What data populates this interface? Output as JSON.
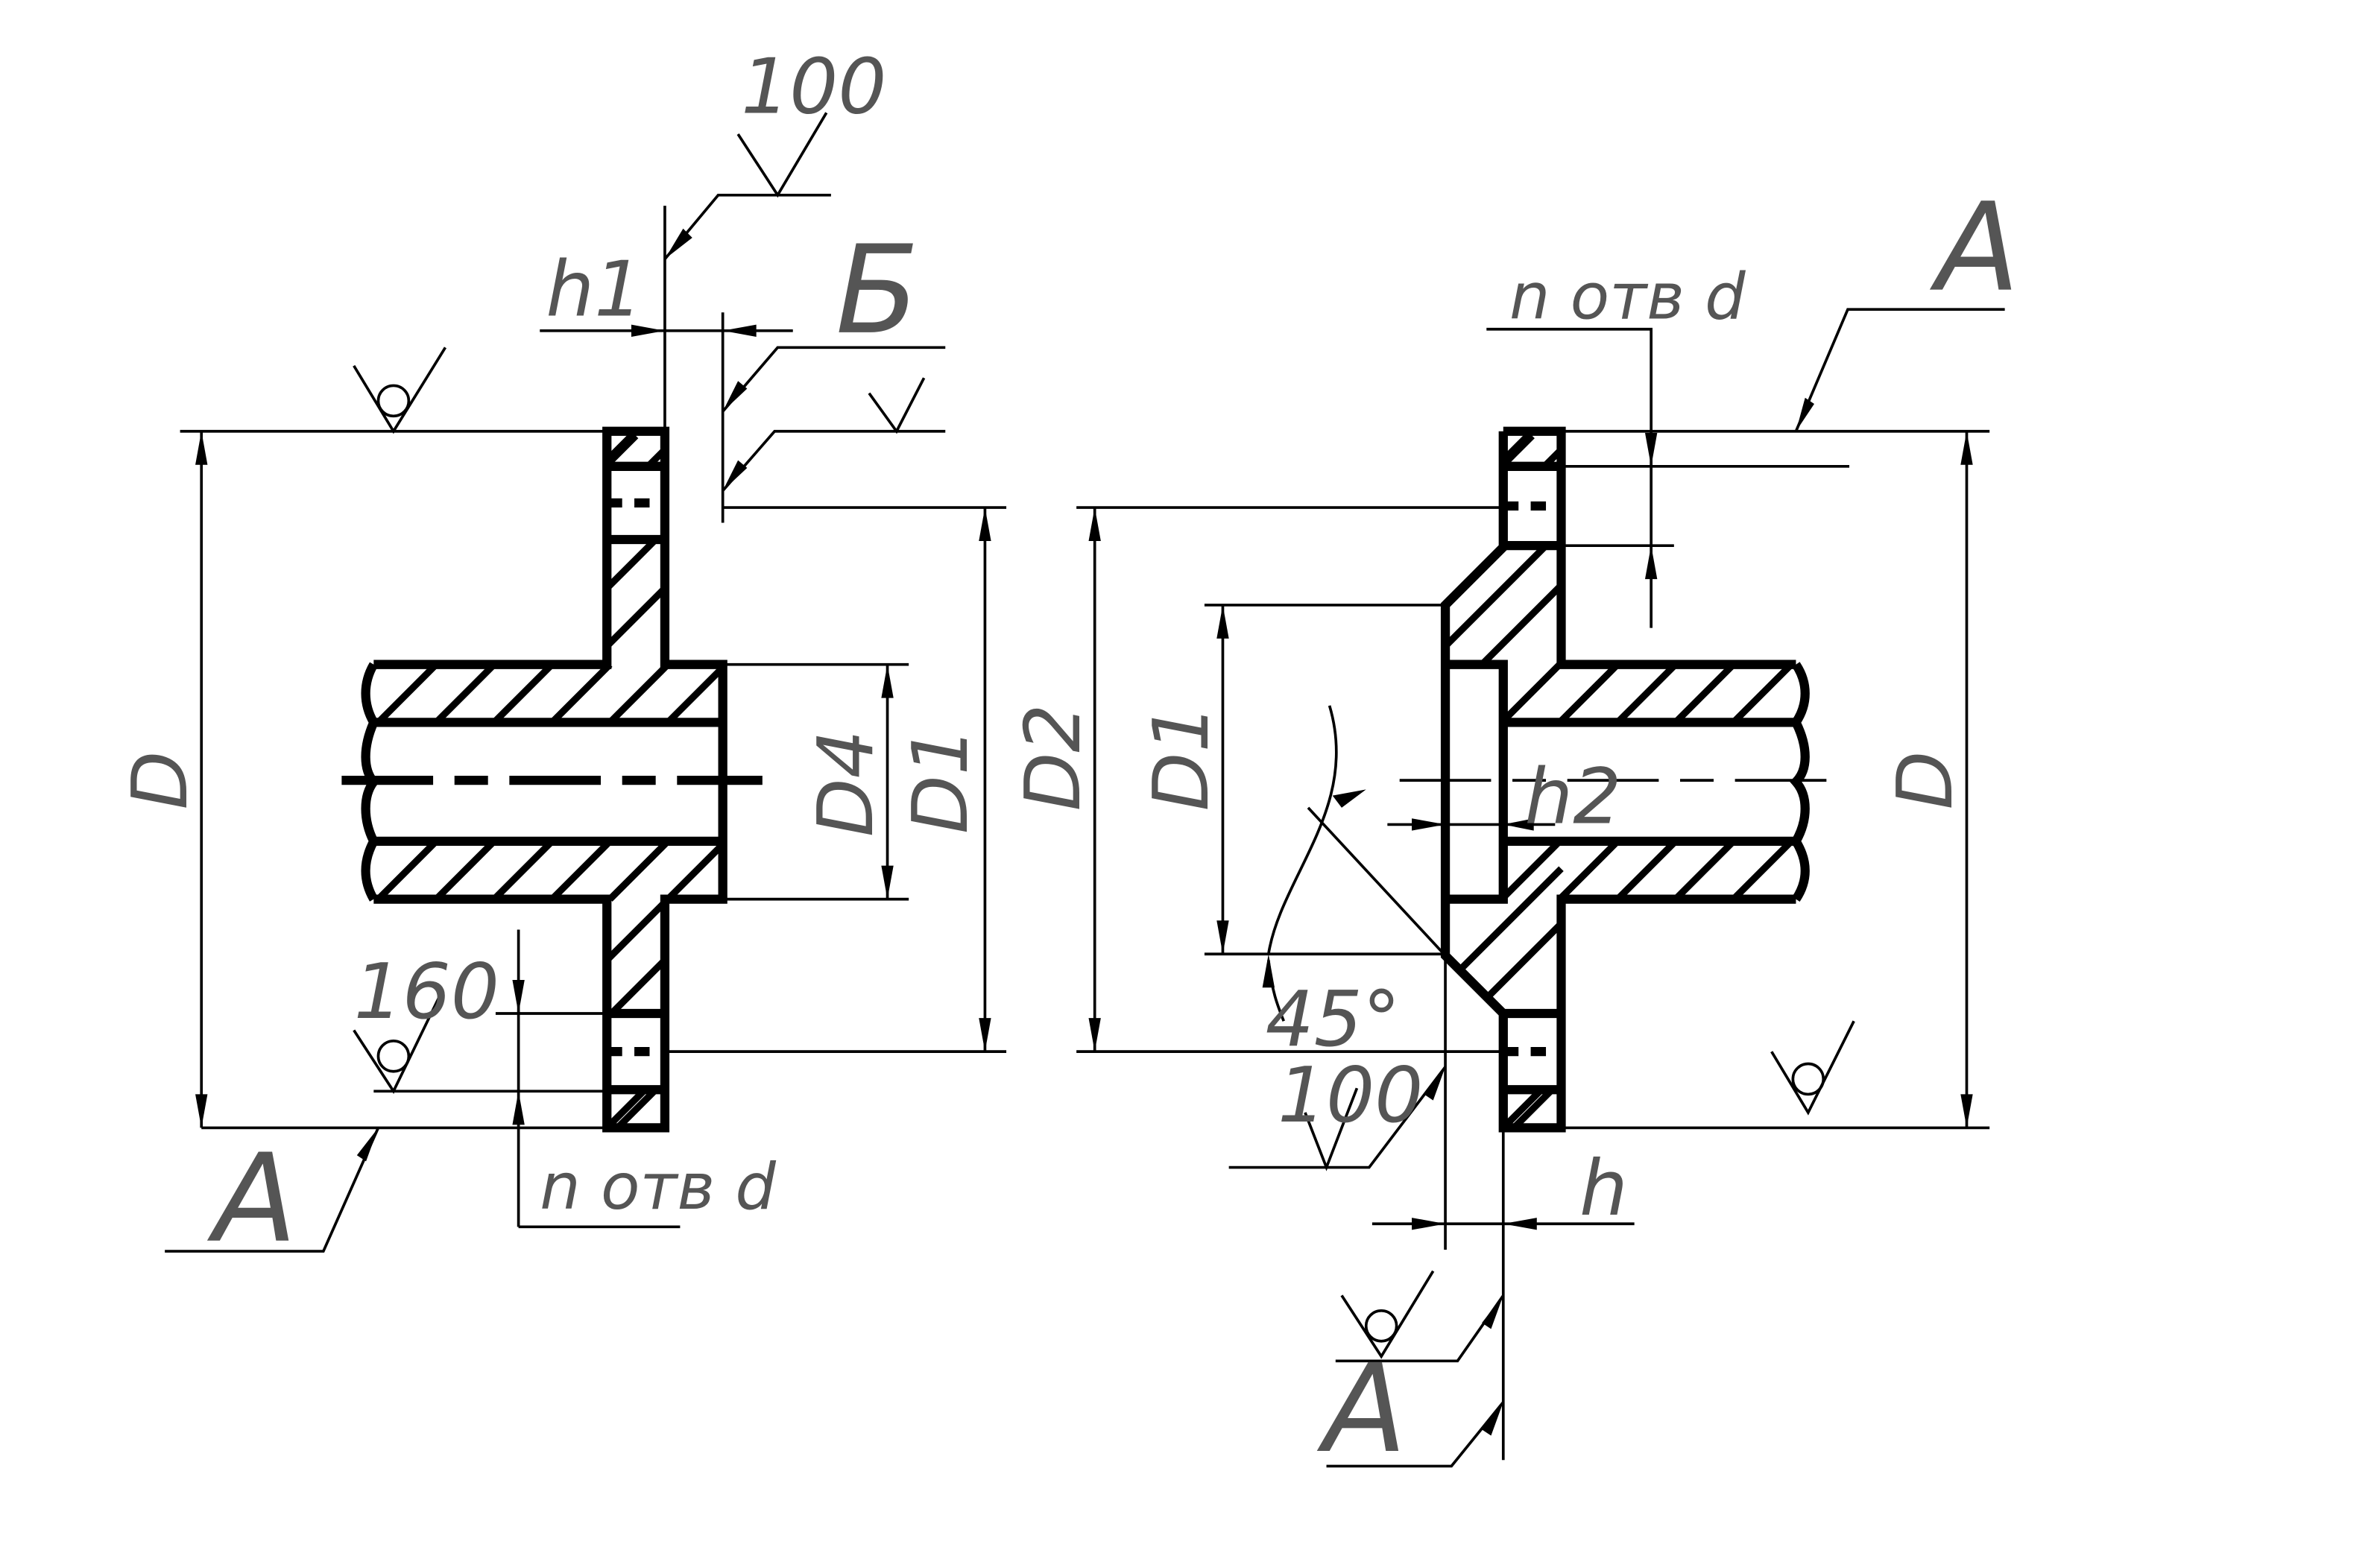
{
  "left_view": {
    "roughness_top": "100",
    "roughness_bottom": "160",
    "dim_h1": "h1",
    "section_b": "Б",
    "dim_d_outer": "D",
    "dim_d1": "D1",
    "dim_d4": "D4",
    "holes_note": "n отв d",
    "datum_a": "A"
  },
  "right_view": {
    "datum_a_top": "A",
    "holes_note": "n отв d",
    "dim_d2": "D2",
    "dim_d1": "D1",
    "dim_h2": "h2",
    "dim_d_outer": "D",
    "angle": "45°",
    "roughness": "100",
    "dim_h": "h",
    "datum_a_bottom": "A"
  }
}
